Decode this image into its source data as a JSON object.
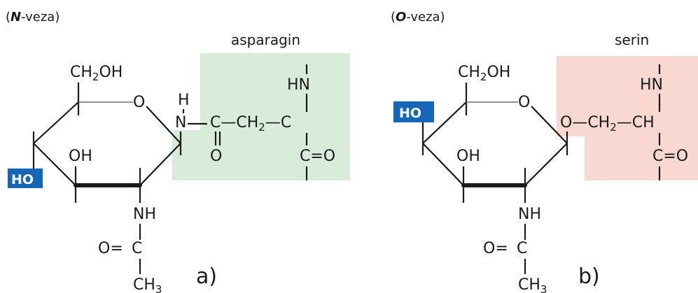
{
  "panel_a": {
    "heading_open": "(",
    "heading_letter": "N",
    "heading_rest": "-veza)",
    "residue_label": "asparagin",
    "ch2oh": "CH2OH",
    "ring_o": "O",
    "oh": "OH",
    "ho_badge": "HO",
    "nh": "NH",
    "carbonyl_o": "O=",
    "carbonyl_c": "C",
    "ch3": "CH3",
    "link_h": "H",
    "link_n": "N",
    "chain": "C — CH2 — C",
    "amide_o": "O",
    "hn": "HN",
    "ceo": "C=O",
    "panel_label": "a)"
  },
  "panel_b": {
    "heading_open": "(",
    "heading_letter": "O",
    "heading_rest": "-veza)",
    "residue_label": "serin",
    "ch2oh": "CH2OH",
    "ring_o": "O",
    "oh": "OH",
    "ho_badge": "HO",
    "nh": "NH",
    "carbonyl_o": "O=",
    "carbonyl_c": "C",
    "ch3": "CH3",
    "chain": "O — CH2 — CH",
    "hn": "HN",
    "ceo": "C=O",
    "panel_label": "b)"
  },
  "colors": {
    "asparagin_box": "#d9ecd9",
    "serin_box": "#f9d8d1",
    "ho_badge": "#1565b8"
  }
}
